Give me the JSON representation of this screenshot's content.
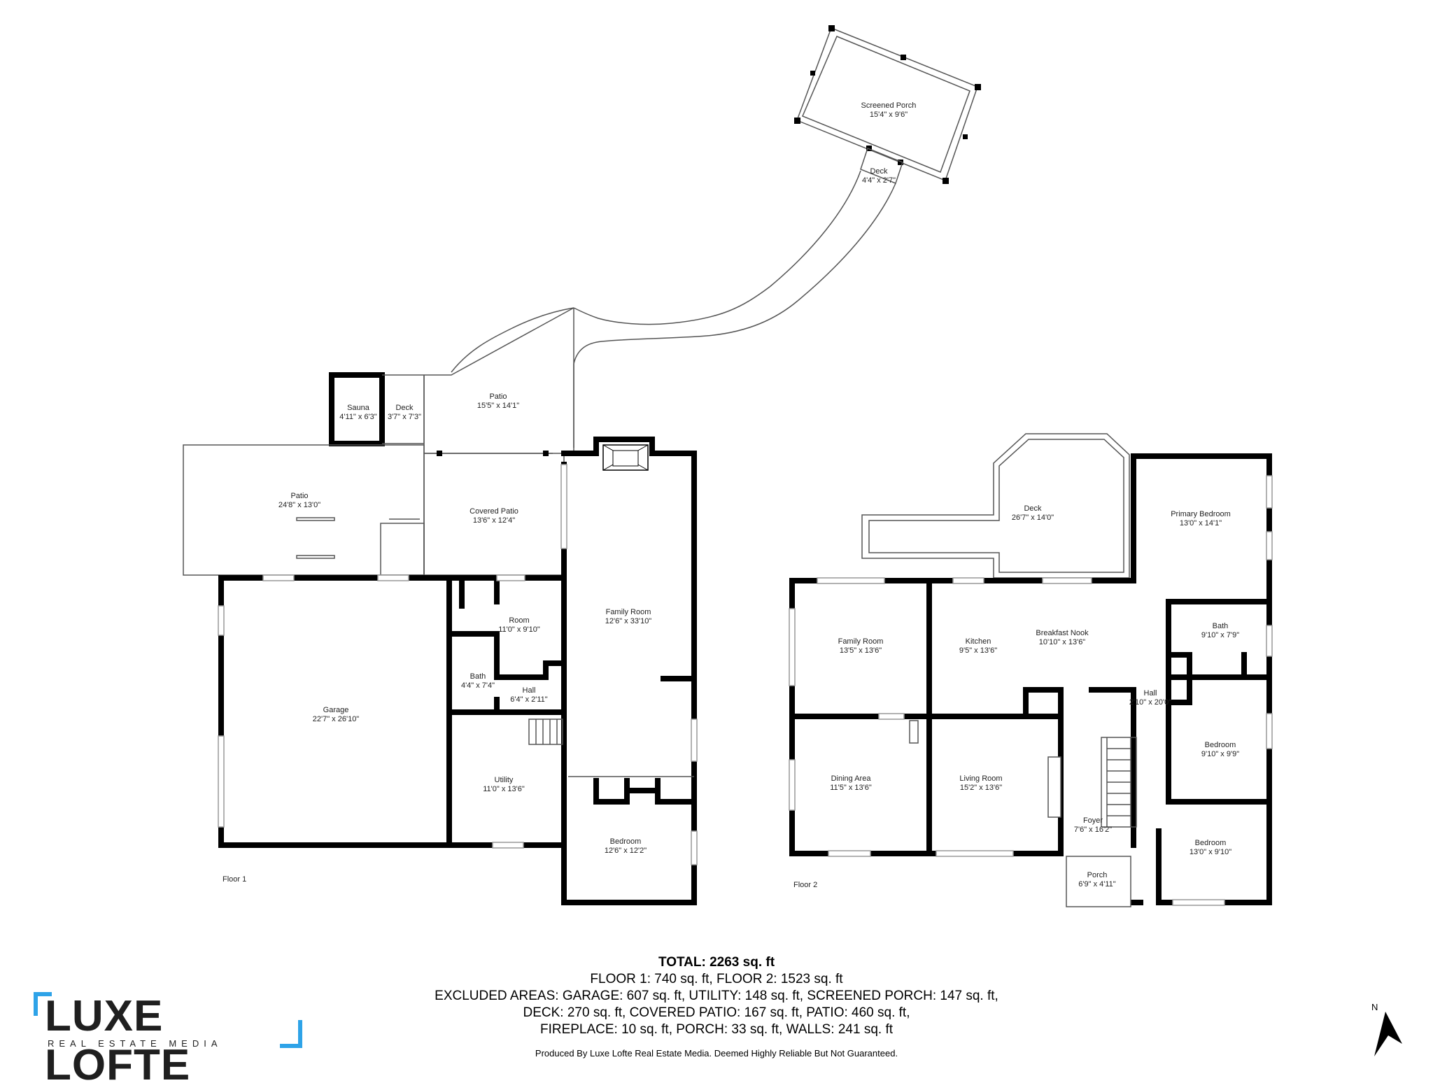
{
  "floors": [
    {
      "label": "Floor 1",
      "rooms": [
        {
          "id": "screened-porch",
          "name": "Screened Porch",
          "dims": "15'4\" x 9'6\""
        },
        {
          "id": "deck-small",
          "name": "Deck",
          "dims": "4'4\" x 2'7\""
        },
        {
          "id": "sauna",
          "name": "Sauna",
          "dims": "4'11\" x 6'3\""
        },
        {
          "id": "deck-sauna",
          "name": "Deck",
          "dims": "3'7\" x 7'3\""
        },
        {
          "id": "patio-upper",
          "name": "Patio",
          "dims": "15'5\" x 14'1\""
        },
        {
          "id": "patio-left",
          "name": "Patio",
          "dims": "24'8\" x 13'0\""
        },
        {
          "id": "covered-patio",
          "name": "Covered Patio",
          "dims": "13'6\" x 12'4\""
        },
        {
          "id": "family-room-1",
          "name": "Family Room",
          "dims": "12'6\" x 33'10\""
        },
        {
          "id": "room",
          "name": "Room",
          "dims": "11'0\" x 9'10\""
        },
        {
          "id": "garage",
          "name": "Garage",
          "dims": "22'7\" x 26'10\""
        },
        {
          "id": "bath-1",
          "name": "Bath",
          "dims": "4'4\" x 7'4\""
        },
        {
          "id": "hall-1",
          "name": "Hall",
          "dims": "6'4\" x 2'11\""
        },
        {
          "id": "utility",
          "name": "Utility",
          "dims": "11'0\" x 13'6\""
        },
        {
          "id": "bedroom-1",
          "name": "Bedroom",
          "dims": "12'6\" x 12'2\""
        }
      ]
    },
    {
      "label": "Floor 2",
      "rooms": [
        {
          "id": "deck-2",
          "name": "Deck",
          "dims": "26'7\" x 14'0\""
        },
        {
          "id": "primary-bedroom",
          "name": "Primary Bedroom",
          "dims": "13'0\" x 14'1\""
        },
        {
          "id": "family-room-2",
          "name": "Family Room",
          "dims": "13'5\" x 13'6\""
        },
        {
          "id": "kitchen",
          "name": "Kitchen",
          "dims": "9'5\" x 13'6\""
        },
        {
          "id": "breakfast-nook",
          "name": "Breakfast Nook",
          "dims": "10'10\" x 13'6\""
        },
        {
          "id": "bath-2",
          "name": "Bath",
          "dims": "9'10\" x 7'9\""
        },
        {
          "id": "hall-2",
          "name": "Hall",
          "dims": "2'10\" x 20'0\""
        },
        {
          "id": "bedroom-2a",
          "name": "Bedroom",
          "dims": "9'10\" x 9'9\""
        },
        {
          "id": "dining-area",
          "name": "Dining Area",
          "dims": "11'5\" x 13'6\""
        },
        {
          "id": "living-room",
          "name": "Living Room",
          "dims": "15'2\" x 13'6\""
        },
        {
          "id": "foyer",
          "name": "Foyer",
          "dims": "7'6\" x 16'2\""
        },
        {
          "id": "bedroom-2b",
          "name": "Bedroom",
          "dims": "13'0\" x 9'10\""
        },
        {
          "id": "porch",
          "name": "Porch",
          "dims": "6'9\" x 4'11\""
        }
      ]
    }
  ],
  "summary": {
    "total": "TOTAL: 2263 sq. ft",
    "floors": "FLOOR 1: 740 sq. ft, FLOOR 2: 1523 sq. ft",
    "excluded_1": "EXCLUDED AREAS: GARAGE: 607 sq. ft, UTILITY: 148 sq. ft, SCREENED PORCH: 147 sq. ft,",
    "excluded_2": "DECK: 270 sq. ft, COVERED PATIO: 167 sq. ft, PATIO: 460 sq. ft,",
    "excluded_3": "FIREPLACE: 10 sq. ft, PORCH: 33 sq. ft, WALLS: 241 sq. ft"
  },
  "disclaimer": "Produced By Luxe Lofte Real Estate Media. Deemed Highly Reliable But Not Guaranteed.",
  "logo": {
    "name": "LUXE LOFTE",
    "tagline": "REAL ESTATE MEDIA",
    "accent_color": "#2ea3e8"
  },
  "compass": {
    "label": "N",
    "icon": "north-arrow-icon"
  }
}
